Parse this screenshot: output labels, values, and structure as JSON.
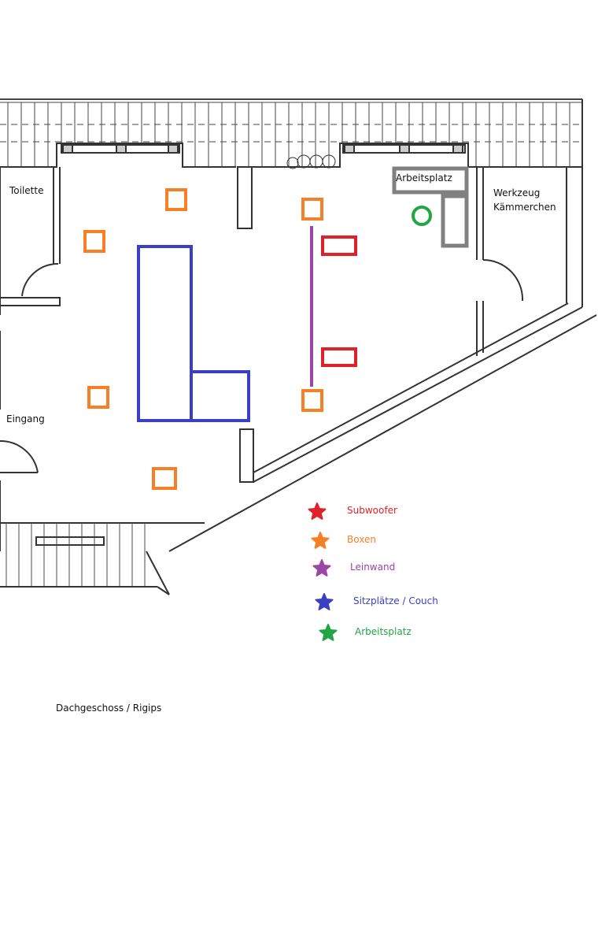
{
  "rooms": {
    "toilette": "Toilette",
    "eingang": "Eingang",
    "werkzeug_line1": "Werkzeug",
    "werkzeug_line2": "Kämmerchen",
    "arbeitsplatz": "Arbeitsplatz"
  },
  "floor_caption": "Dachgeschoss / Rigips",
  "legend": [
    {
      "label": "Subwoofer",
      "color": "#e0202a",
      "icon": "star-icon"
    },
    {
      "label": "Boxen",
      "color": "#f58025",
      "icon": "star-icon"
    },
    {
      "label": "Leinwand",
      "color": "#9b45a6",
      "icon": "star-icon"
    },
    {
      "label": "Sitzplätze / Couch",
      "color": "#3a3fc4",
      "icon": "star-icon"
    },
    {
      "label": "Arbeitsplatz",
      "color": "#22a547",
      "icon": "star-icon"
    }
  ],
  "colors": {
    "subwoofer": "#e0202a",
    "boxen": "#f58025",
    "leinwand": "#9b45a6",
    "couch": "#3a3fc4",
    "arbeitsplatz": "#22a547",
    "desk": "#808080",
    "wall": "#333333"
  }
}
